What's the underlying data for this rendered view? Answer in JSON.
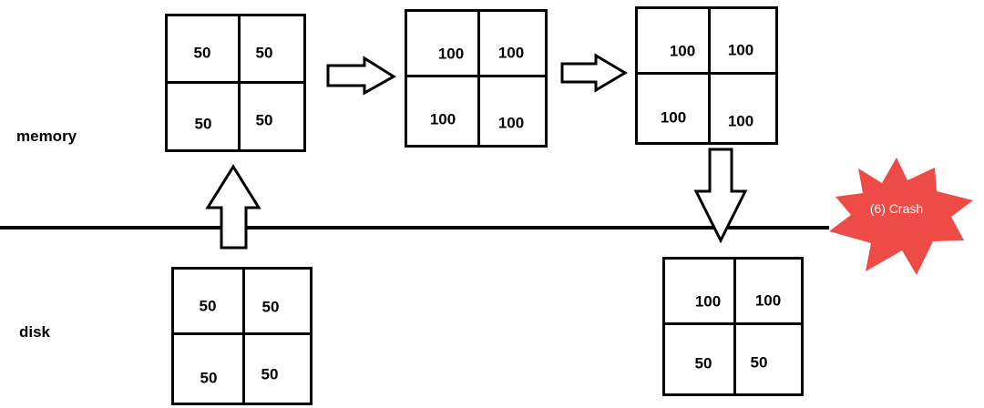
{
  "labels": {
    "memory": "memory",
    "disk": "disk"
  },
  "pages": {
    "mem1": {
      "cells": [
        "50",
        "50",
        "50",
        "50"
      ]
    },
    "mem2": {
      "cells": [
        "100",
        "100",
        "100",
        "100"
      ]
    },
    "mem3": {
      "cells": [
        "100",
        "100",
        "100",
        "100"
      ]
    },
    "disk1": {
      "cells": [
        "50",
        "50",
        "50",
        "50"
      ]
    },
    "disk2": {
      "cells": [
        "100",
        "100",
        "50",
        "50"
      ]
    }
  },
  "crash": {
    "label": "(6) Crash",
    "color": "#ee4b47"
  }
}
